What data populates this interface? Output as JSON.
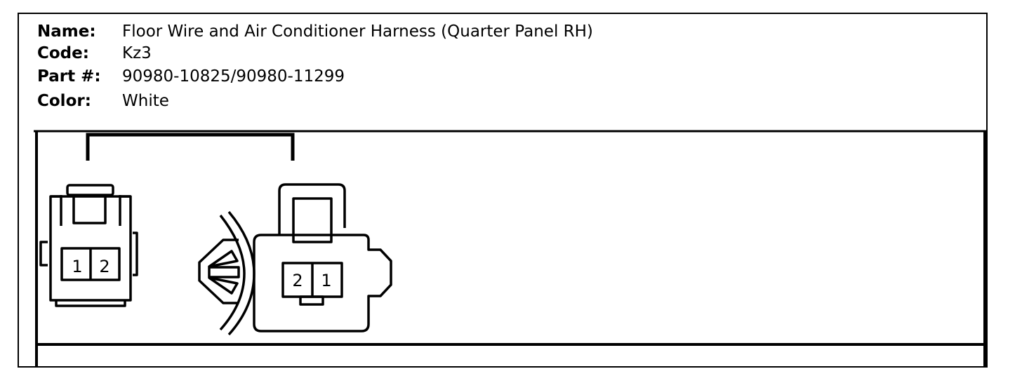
{
  "connector": {
    "name_label": "Name:",
    "name": "Floor Wire and Air Conditioner Harness (Quarter Panel RH)",
    "code_label": "Code:",
    "code": "Kz3",
    "part_label": "Part #:",
    "part": "90980-10825/90980-11299",
    "color_label": "Color:",
    "color": "White"
  },
  "diagram": {
    "left_connector_pins": [
      "1",
      "2"
    ],
    "right_connector_pins": [
      "2",
      "1"
    ]
  }
}
